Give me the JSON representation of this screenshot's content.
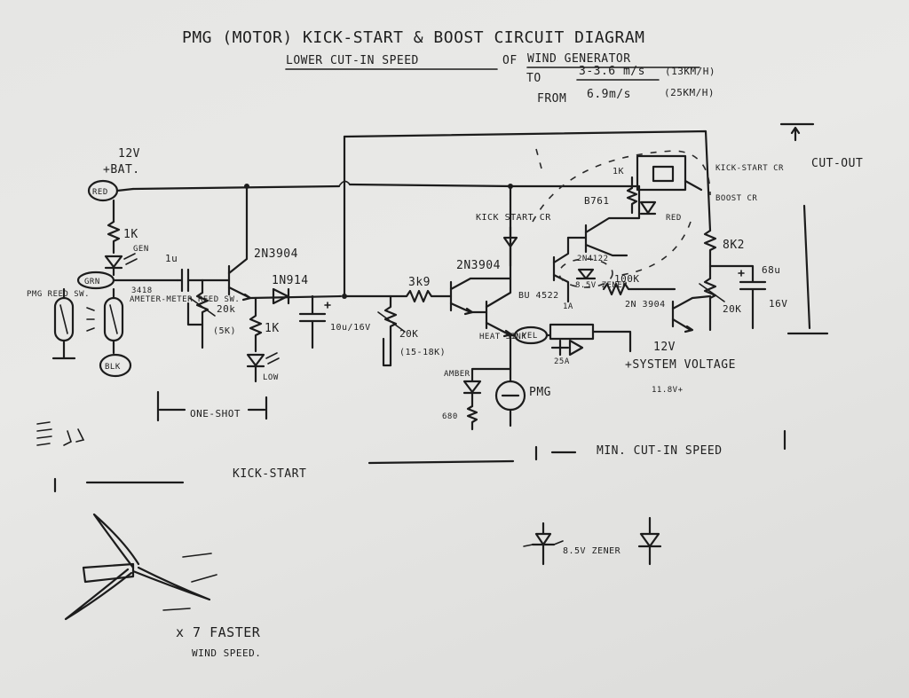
{
  "title": {
    "line1": "PMG (MOTOR) KICK-START & BOOST CIRCUIT DIAGRAM",
    "line2a": "LOWER CUT-IN SPEED",
    "line2b": "OF",
    "line2c": "WIND GENERATOR",
    "to_label": "TO",
    "to_value": "3-3.6 m/s",
    "to_kmh": "(13KM/H)",
    "from_label": "FROM",
    "from_value": "6.9m/s",
    "from_kmh": "(25KM/H)"
  },
  "labels": {
    "v12": "12V",
    "bat": "+BAT.",
    "red": "RED",
    "grn": "GRN",
    "blk": "BLK",
    "r1k_top": "1K",
    "led_gen": "GEN",
    "cap_1u": "1u",
    "diode_3418": "3418",
    "pmg_reed": "PMG REED SW.",
    "ammeter": "AMETER-METER REED SW.",
    "q1": "2N3904",
    "r20k_a": "20k",
    "r20k_a_sub": "(5K)",
    "r1k_b": "1K",
    "led_low": "LOW",
    "d1n914": "1N914",
    "cap_10u": "10u/16V",
    "r20k_b": "20K",
    "r20k_b_sub": "(15-18K)",
    "r3k9": "3k9",
    "q2": "2N3904",
    "kick_cr": "KICK START CR",
    "b761": "B761",
    "r1k_c": "1K",
    "red2": "RED",
    "kick_boost_a": "KICK-START CR",
    "kick_boost_b": "BOOST CR",
    "q3": "2N4122",
    "z85": "8.5V ZENER",
    "r100k": "100K",
    "bu": "BU 4522",
    "heatsink": "HEAT SINK",
    "yel": "YEL",
    "d25a": "25A",
    "one_a": "1A",
    "q4": "2N 3904",
    "v12b": "12V",
    "sysv": "+SYSTEM VOLTAGE",
    "sysv2": "11.8V+",
    "r8k2": "8K2",
    "r20k_c": "20K",
    "cap_68u": "68u",
    "cap_16v": "16V",
    "amber": "AMBER",
    "r680": "680",
    "pmg": "PMG",
    "cut_out": "CUT-OUT",
    "one_shot": "ONE-SHOT",
    "kick_start": "KICK-START",
    "min_cut_in": "MIN. CUT-IN SPEED",
    "zener_legend": "8.5V ZENER",
    "faster": "x 7 FASTER",
    "wind_speed": "WIND SPEED."
  }
}
